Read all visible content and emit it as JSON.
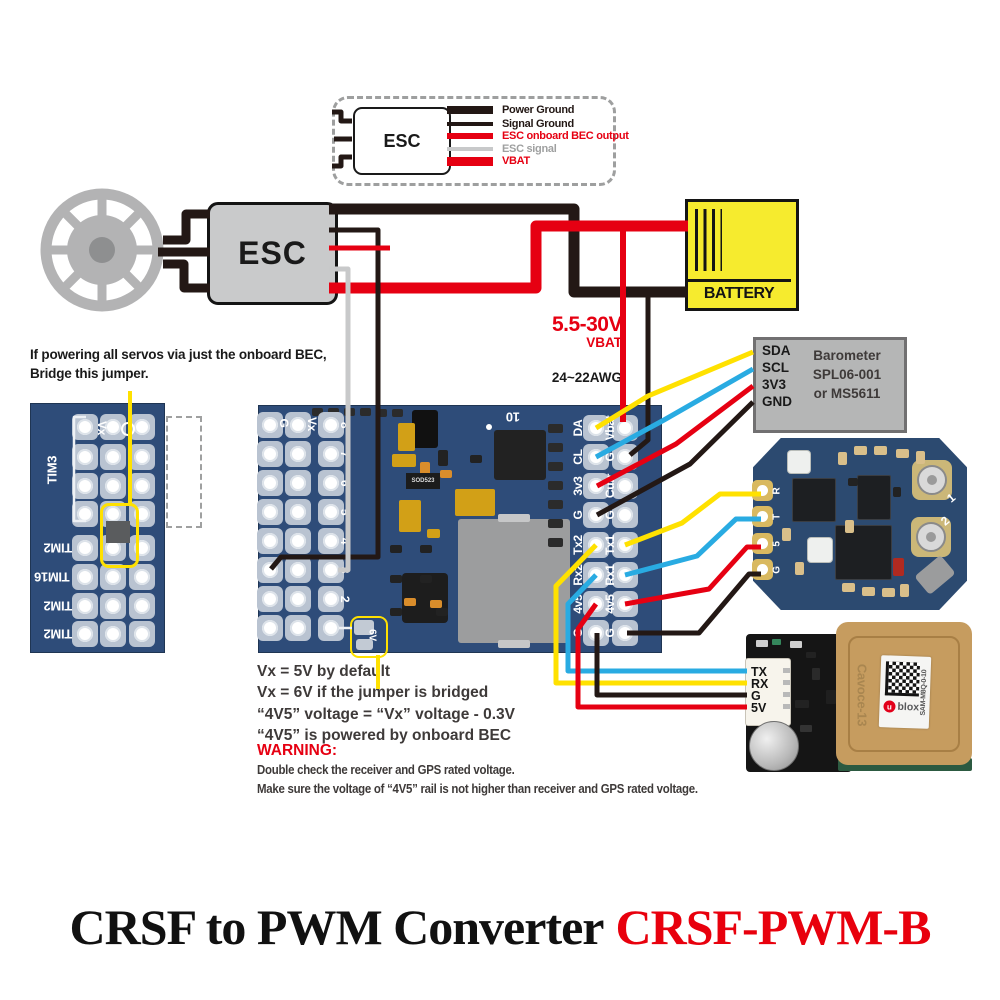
{
  "title": {
    "prefix": "CRSF to PWM Converter",
    "model": "CRSF-PWM-B"
  },
  "legend": {
    "esc": "ESC",
    "items": [
      {
        "label": "Power Ground",
        "color": "#231815"
      },
      {
        "label": "Signal Ground",
        "color": "#231815"
      },
      {
        "label": "ESC onboard BEC output",
        "color": "#e60012"
      },
      {
        "label": "ESC signal",
        "color": "#c8c9ca"
      },
      {
        "label": "VBAT",
        "color": "#e60012"
      }
    ]
  },
  "esc": {
    "label": "ESC"
  },
  "battery": {
    "label": "BATTERY"
  },
  "power": {
    "voltage_range": "5.5-30V",
    "vbat": "VBAT",
    "wire_gauge": "24~22AWG"
  },
  "barometer": {
    "pins": [
      "SDA",
      "SCL",
      "3V3",
      "GND"
    ],
    "name": [
      "Barometer",
      "SPL06-001",
      "or MS5611"
    ]
  },
  "bridge_note": {
    "line1": "If powering all servos via just the onboard BEC,",
    "line2": "Bridge this jumper."
  },
  "servo_board": {
    "vx": "Vx",
    "tim_side": "TIM3",
    "tim_rows": [
      "TIM2",
      "TIM16",
      "TIM2",
      "TIM2"
    ],
    "bec_box": "onboard BEC"
  },
  "main_board": {
    "col_g": "G",
    "col_vx": "Vx",
    "channels": [
      "8",
      "7",
      "6",
      "5",
      "4",
      "3",
      "2"
    ],
    "right_inner": [
      "DA",
      "CL",
      "3v3",
      "G",
      "Tx2",
      "Rx2",
      "4v5",
      "G"
    ],
    "right_outer": [
      "Vbat",
      "G",
      "Curr",
      "G",
      "Tx1",
      "Rx1",
      "4v5",
      "G"
    ],
    "jumper": "6V",
    "silk": "10",
    "diode": "SOD523"
  },
  "receiver": {
    "pads": [
      "R",
      "T",
      "5",
      "G"
    ],
    "antennas": [
      "1",
      "2"
    ]
  },
  "gps": {
    "pins": [
      "TX",
      "RX",
      "G",
      "5V"
    ],
    "logo_letter": "u",
    "brand_rest": "blox",
    "model": "SAM-M8Q-0-10",
    "etch": "Cavoce-13"
  },
  "notes": {
    "lines": [
      "Vx = 5V by default",
      "Vx = 6V if the jumper is bridged",
      "“4V5” voltage = “Vx” voltage - 0.3V",
      "“4V5” is powered by onboard BEC"
    ]
  },
  "warning": {
    "heading": "WARNING:",
    "lines": [
      "Double check the receiver and GPS rated voltage.",
      "Make sure the voltage of “4V5” rail is not higher than receiver and GPS rated voltage."
    ]
  },
  "colors": {
    "wire_yellow": "#ffe100",
    "wire_blue": "#29abe2",
    "wire_red": "#e60012",
    "wire_black": "#231815",
    "wire_gray": "#c8c9ca",
    "pcb_blue": "#2e4c79",
    "battery_yellow": "#f6eb2e",
    "highlight_yellow": "#ffe100"
  }
}
